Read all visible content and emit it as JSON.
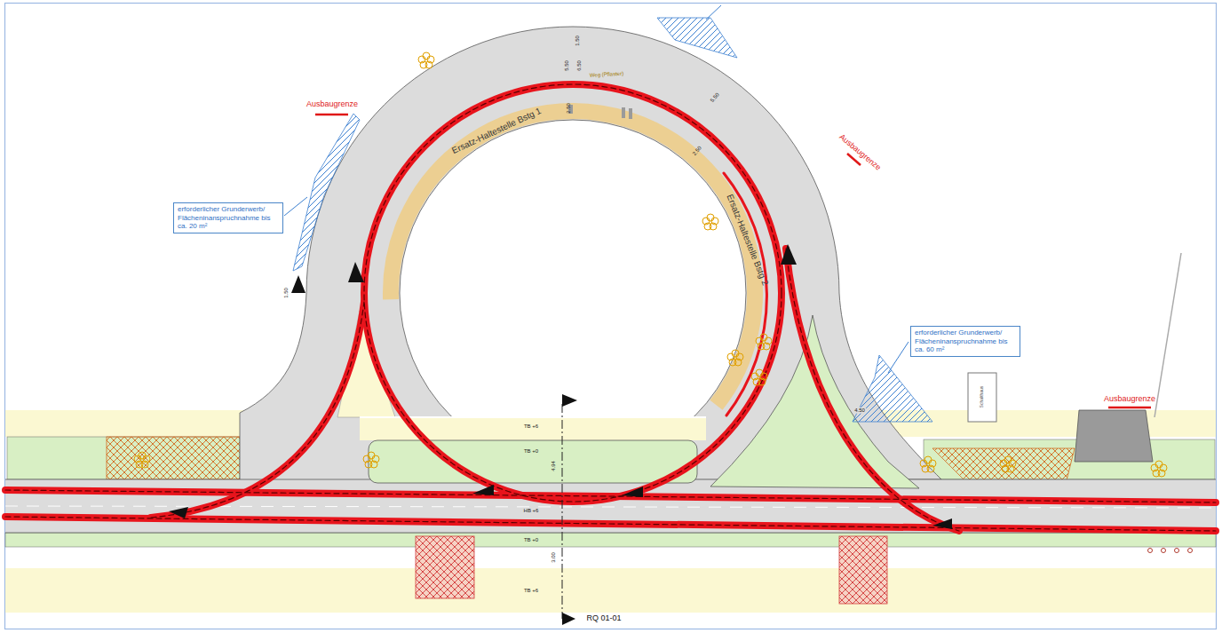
{
  "diagram": {
    "nodes": [
      {
        "text": [
          "erforderlicher Grunderwerb/ Flächeninanspruchnahme bis ca. 20 m²"
        ]
      },
      {
        "text": [
          "erforderlicher Grunderwerb/ Flächeninanspruchnahme bis ca. 60 m²"
        ]
      }
    ],
    "labels": [
      "Ausbaugrenze",
      "Ausbaugrenze",
      "Ausbaugrenze",
      "Ersatz-Haltestelle Bstg 1",
      "Ersatz-Haltestelle Bstg 2",
      "Weg (Pflaster)",
      "Schalthaus",
      "1.50",
      "5.50",
      "6.50",
      "2.50",
      "5.50",
      "2.50",
      "4.50",
      "1.50",
      "TB +6",
      "TB +0",
      "4.94",
      "HB +6",
      "TB +0",
      "3.00",
      "TB +6",
      "RQ 01-01"
    ]
  }
}
